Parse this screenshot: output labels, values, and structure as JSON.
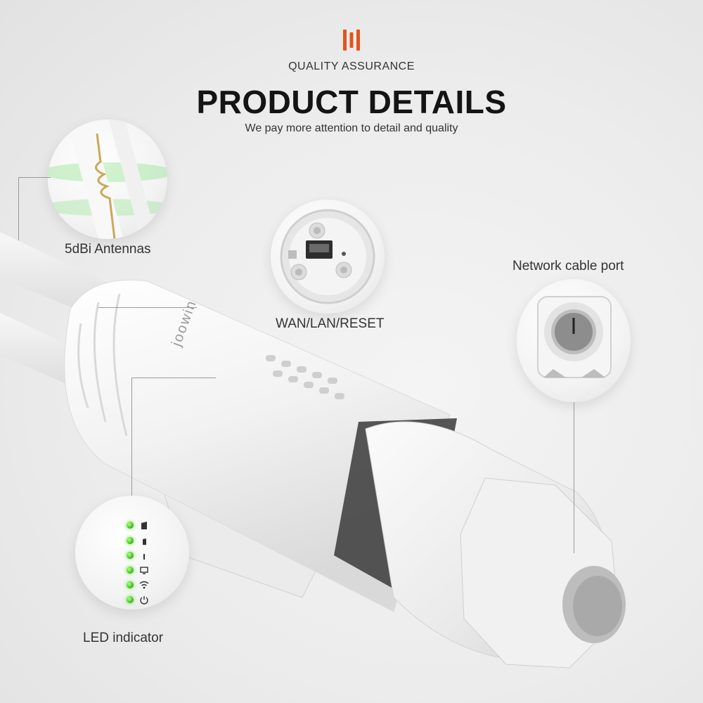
{
  "header": {
    "kicker": "QUALITY ASSURANCE",
    "title": "PRODUCT DETAILS",
    "subtitle": "We pay more attention to detail and quality"
  },
  "colors": {
    "brand_accent": "#e0561c",
    "led_green": "#41c326",
    "device_body": "#f6f6f6"
  },
  "device": {
    "brand_mark": "joowin"
  },
  "callouts": {
    "antennas": {
      "label": "5dBi Antennas"
    },
    "wan_lan_reset": {
      "label": "WAN/LAN/RESET"
    },
    "network_cable_port": {
      "label": "Network cable port"
    },
    "led_indicator": {
      "label": "LED indicator",
      "leds": [
        {
          "icon": "signal-bar-full-icon"
        },
        {
          "icon": "signal-bar-mid-icon"
        },
        {
          "icon": "signal-bar-low-icon"
        },
        {
          "icon": "monitor-icon"
        },
        {
          "icon": "wifi-icon"
        },
        {
          "icon": "power-icon"
        }
      ]
    }
  }
}
